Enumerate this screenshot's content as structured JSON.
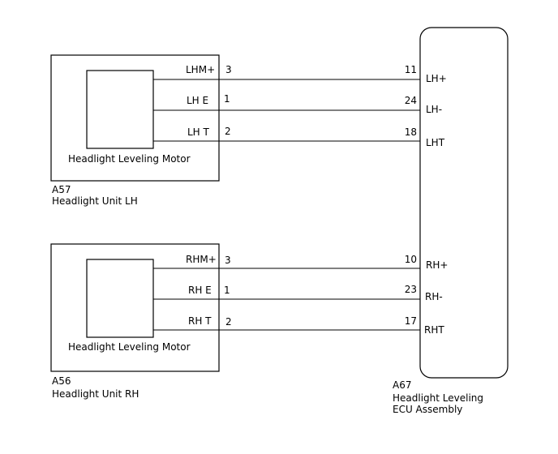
{
  "components": {
    "lh_unit": {
      "code": "A57",
      "name": "Headlight Unit LH",
      "motor_label": "Headlight Leveling Motor"
    },
    "rh_unit": {
      "code": "A56",
      "name": "Headlight Unit RH",
      "motor_label": "Headlight Leveling Motor"
    },
    "ecu": {
      "code": "A67",
      "name_line1": "Headlight Leveling",
      "name_line2": "ECU Assembly"
    }
  },
  "wires": {
    "lh": [
      {
        "signal": "LHM+",
        "unit_pin": "3",
        "ecu_pin": "11",
        "ecu_terminal": "LH+"
      },
      {
        "signal": "LH E",
        "unit_pin": "1",
        "ecu_pin": "24",
        "ecu_terminal": "LH-"
      },
      {
        "signal": "LH T",
        "unit_pin": "2",
        "ecu_pin": "18",
        "ecu_terminal": "LHT"
      }
    ],
    "rh": [
      {
        "signal": "RHM+",
        "unit_pin": "3",
        "ecu_pin": "10",
        "ecu_terminal": "RH+"
      },
      {
        "signal": "RH E",
        "unit_pin": "1",
        "ecu_pin": "23",
        "ecu_terminal": "RH-"
      },
      {
        "signal": "RH T",
        "unit_pin": "2",
        "ecu_pin": "17",
        "ecu_terminal": "RHT"
      }
    ]
  }
}
